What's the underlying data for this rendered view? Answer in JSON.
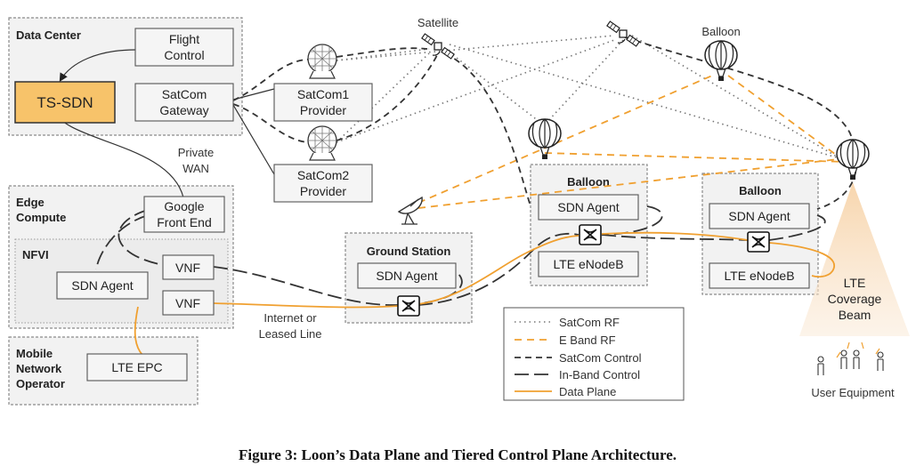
{
  "regions": {
    "data_center": "Data Center",
    "edge_compute_line1": "Edge",
    "edge_compute_line2": "Compute",
    "nfvi": "NFVI",
    "mno_line1": "Mobile",
    "mno_line2": "Network",
    "mno_line3": "Operator",
    "ground_station": "Ground Station",
    "balloon_1": "Balloon",
    "balloon_2": "Balloon"
  },
  "nodes": {
    "flight_control_line1": "Flight",
    "flight_control_line2": "Control",
    "ts_sdn": "TS-SDN",
    "satcom_gateway_line1": "SatCom",
    "satcom_gateway_line2": "Gateway",
    "satcom1_provider_line1": "SatCom1",
    "satcom1_provider_line2": "Provider",
    "satcom2_provider_line1": "SatCom2",
    "satcom2_provider_line2": "Provider",
    "google_front_end_line1": "Google",
    "google_front_end_line2": "Front End",
    "vnf_1": "VNF",
    "vnf_2": "VNF",
    "sdn_agent_edge": "SDN Agent",
    "lte_epc": "LTE EPC",
    "sdn_agent_ground": "SDN Agent",
    "sdn_agent_balloon1": "SDN Agent",
    "lte_enodeb_balloon1": "LTE eNodeB",
    "sdn_agent_balloon2": "SDN Agent",
    "lte_enodeb_balloon2": "LTE eNodeB"
  },
  "labels": {
    "satellite": "Satellite",
    "balloon_top": "Balloon",
    "private_wan_line1": "Private",
    "private_wan_line2": "WAN",
    "internet_line1": "Internet or",
    "internet_line2": "Leased Line",
    "lte_beam_line1": "LTE",
    "lte_beam_line2": "Coverage",
    "lte_beam_line3": "Beam",
    "user_equipment": "User Equipment"
  },
  "legend": {
    "items": [
      {
        "label": "SatCom RF",
        "style": "dotted",
        "color": "#777777"
      },
      {
        "label": "E Band RF",
        "style": "dashed",
        "color": "#f0a030"
      },
      {
        "label": "SatCom Control",
        "style": "dashed",
        "color": "#333333"
      },
      {
        "label": "In-Band Control",
        "style": "long-dashed",
        "color": "#333333"
      },
      {
        "label": "Data Plane",
        "style": "solid",
        "color": "#f0a030"
      }
    ]
  },
  "caption": "Figure 3:  Loon’s Data Plane and Tiered Control Plane Architecture.",
  "colors": {
    "ts_sdn_fill": "#f7c36a",
    "data_plane": "#f0a030",
    "beam": "#f7d3a8"
  },
  "icons": [
    "satellite-icon",
    "balloon-icon",
    "radome-icon",
    "dish-antenna-icon",
    "switch-icon",
    "user-equipment-icon"
  ]
}
